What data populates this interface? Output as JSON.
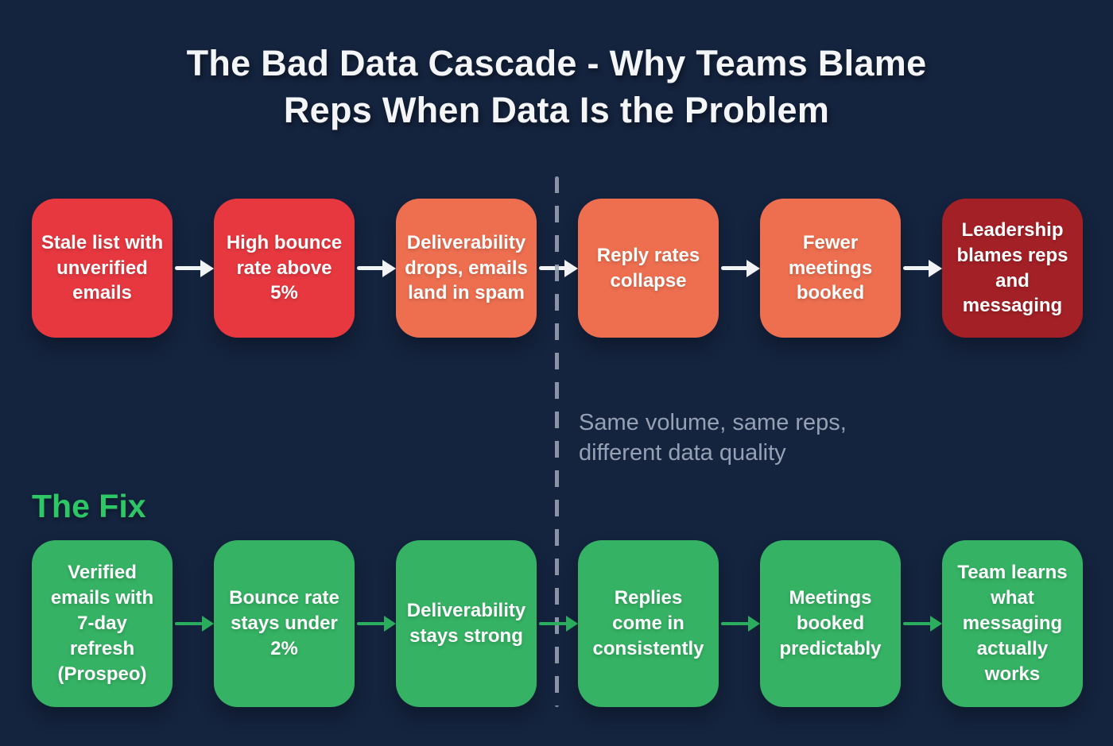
{
  "title": {
    "line1": "The Bad Data Cascade - Why Teams Blame",
    "line2": "Reps When Data Is the Problem"
  },
  "colors": {
    "background": "#14233E",
    "red": "#E73840",
    "orange": "#EE6F50",
    "dark_red": "#A32026",
    "green": "#35B264",
    "fix_accent": "#2DC765",
    "white_arrow": "#F2F3F5",
    "green_arrow": "#2BAD5E",
    "note_text": "#97A1B4"
  },
  "problem_flow": {
    "steps": [
      {
        "label": "Stale list with\nunverified\nemails",
        "color": "red"
      },
      {
        "label": "High bounce\nrate above 5%",
        "color": "red"
      },
      {
        "label": "Deliverability\ndrops, emails\nland in spam",
        "color": "orange"
      },
      {
        "label": "Reply rates\ncollapse",
        "color": "orange"
      },
      {
        "label": "Fewer\nmeetings\nbooked",
        "color": "orange"
      },
      {
        "label": "Leadership\nblames reps\nand\nmessaging",
        "color": "dark_red"
      }
    ]
  },
  "divider_note": "Same volume, same reps,\ndifferent data quality",
  "fix_flow": {
    "label": "The Fix",
    "steps": [
      {
        "label": "Verified\nemails with\n7-day\nrefresh\n(Prospeo)",
        "color": "green"
      },
      {
        "label": "Bounce rate\nstays under\n2%",
        "color": "green"
      },
      {
        "label": "Deliverability\nstays strong",
        "color": "green"
      },
      {
        "label": "Replies\ncome in\nconsistently",
        "color": "green"
      },
      {
        "label": "Meetings\nbooked\npredictably",
        "color": "green"
      },
      {
        "label": "Team learns\nwhat\nmessaging\nactually\nworks",
        "color": "green"
      }
    ]
  }
}
